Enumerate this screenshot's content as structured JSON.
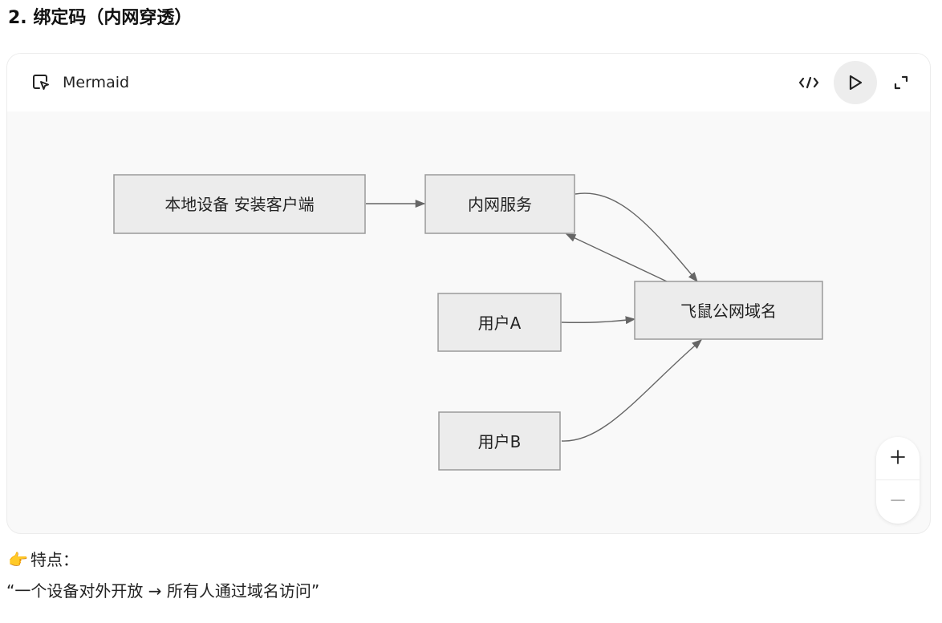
{
  "heading": "2. 绑定码（内网穿透）",
  "code_block": {
    "language_label": "Mermaid",
    "buttons": {
      "code_icon": "code-icon",
      "preview_icon": "play-icon",
      "expand_icon": "expand-icon"
    },
    "zoom": {
      "zoom_in": "+",
      "zoom_out": "−"
    }
  },
  "diagram": {
    "nodes": {
      "local_device": "本地设备 安装客户端",
      "intranet_service": "内网服务",
      "public_domain": "飞鼠公网域名",
      "user_a": "用户A",
      "user_b": "用户B"
    },
    "edges": [
      {
        "from": "local_device",
        "to": "intranet_service"
      },
      {
        "from": "intranet_service",
        "to": "public_domain"
      },
      {
        "from": "public_domain",
        "to": "intranet_service"
      },
      {
        "from": "user_a",
        "to": "public_domain"
      },
      {
        "from": "user_b",
        "to": "public_domain"
      }
    ]
  },
  "feature": {
    "emoji": "👉",
    "label": "特点："
  },
  "quote": "“一个设备对外开放 → 所有人通过域名访问”",
  "colors": {
    "node_fill": "#ececec",
    "node_stroke": "#9a9a9a",
    "edge": "#666666",
    "canvas_bg": "#f9f9f9"
  }
}
